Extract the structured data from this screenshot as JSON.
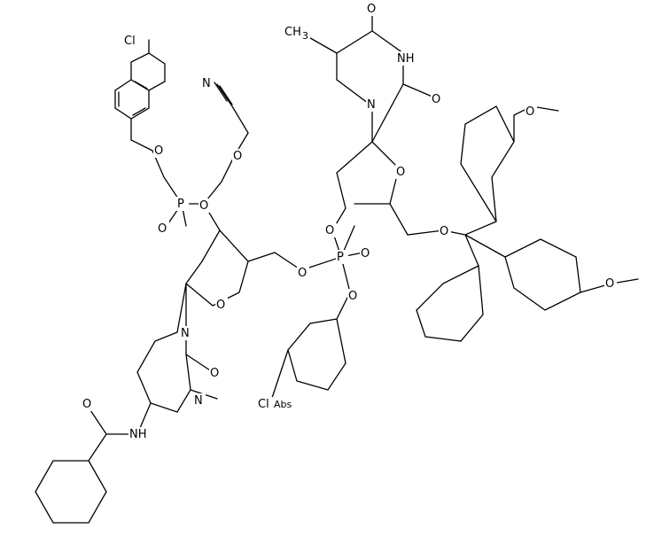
{
  "labels": {
    "cl": "Cl",
    "cl2": "Cl",
    "abs": "Abs",
    "n": "N",
    "nh": "NH",
    "hn": "HN",
    "o": "O",
    "p": "P",
    "h": "H",
    "ch3": "CH",
    "three": "3",
    "nc": "N",
    "methoxy": "O"
  }
}
